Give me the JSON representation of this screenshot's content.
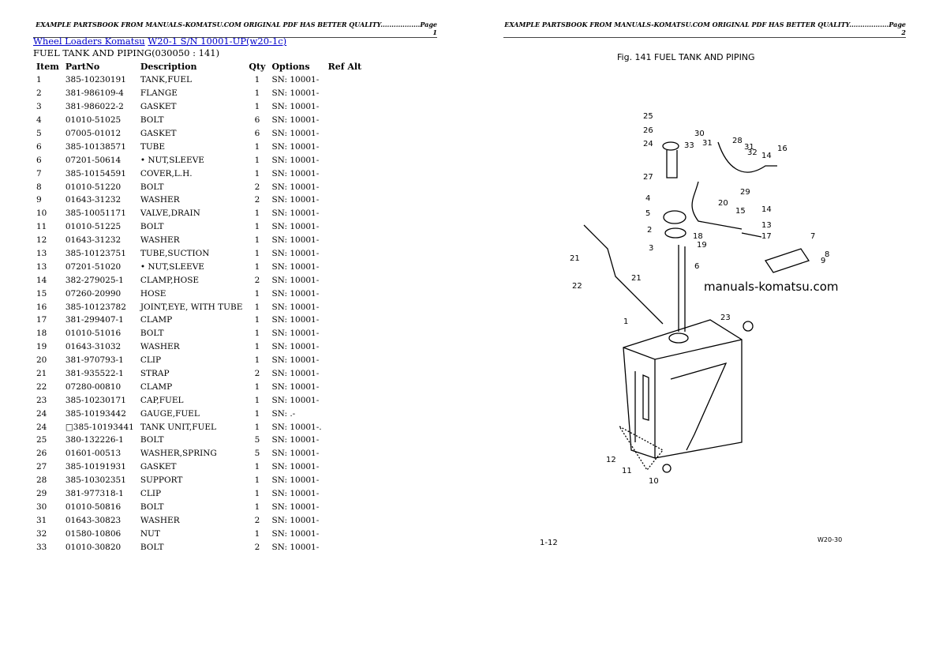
{
  "page1": {
    "header": "EXAMPLE PARTSBOOK FROM MANUALS-KOMATSU.COM ORIGINAL PDF HAS BETTER QUALITY..................Page 1",
    "breadcrumb": [
      "Wheel Loaders Komatsu",
      "W20-1 S/N 10001-UP(w20-1c)"
    ],
    "section": "FUEL TANK AND PIPING(030050 : 141)",
    "columns": [
      "Item",
      "PartNo",
      "Description",
      "Qty",
      "Options",
      "Ref Alt"
    ],
    "rows": [
      [
        "1",
        "385-10230191",
        "TANK,FUEL",
        "1",
        "SN: 10001-"
      ],
      [
        "2",
        "381-986109-4",
        "FLANGE",
        "1",
        "SN: 10001-"
      ],
      [
        "3",
        "381-986022-2",
        "GASKET",
        "1",
        "SN: 10001-"
      ],
      [
        "4",
        "01010-51025",
        "BOLT",
        "6",
        "SN: 10001-"
      ],
      [
        "5",
        "07005-01012",
        "GASKET",
        "6",
        "SN: 10001-"
      ],
      [
        "6",
        "385-10138571",
        "TUBE",
        "1",
        "SN: 10001-"
      ],
      [
        "6",
        "07201-50614",
        "• NUT,SLEEVE",
        "1",
        "SN: 10001-"
      ],
      [
        "7",
        "385-10154591",
        "COVER,L.H.",
        "1",
        "SN: 10001-"
      ],
      [
        "8",
        "01010-51220",
        "BOLT",
        "2",
        "SN: 10001-"
      ],
      [
        "9",
        "01643-31232",
        "WASHER",
        "2",
        "SN: 10001-"
      ],
      [
        "10",
        "385-10051171",
        "VALVE,DRAIN",
        "1",
        "SN: 10001-"
      ],
      [
        "11",
        "01010-51225",
        "BOLT",
        "1",
        "SN: 10001-"
      ],
      [
        "12",
        "01643-31232",
        "WASHER",
        "1",
        "SN: 10001-"
      ],
      [
        "13",
        "385-10123751",
        "TUBE,SUCTION",
        "1",
        "SN: 10001-"
      ],
      [
        "13",
        "07201-51020",
        "• NUT,SLEEVE",
        "1",
        "SN: 10001-"
      ],
      [
        "14",
        "382-279025-1",
        "CLAMP,HOSE",
        "2",
        "SN: 10001-"
      ],
      [
        "15",
        "07260-20990",
        "HOSE",
        "1",
        "SN: 10001-"
      ],
      [
        "16",
        "385-10123782",
        "JOINT,EYE, WITH TUBE",
        "1",
        "SN: 10001-"
      ],
      [
        "17",
        "381-299407-1",
        "CLAMP",
        "1",
        "SN: 10001-"
      ],
      [
        "18",
        "01010-51016",
        "BOLT",
        "1",
        "SN: 10001-"
      ],
      [
        "19",
        "01643-31032",
        "WASHER",
        "1",
        "SN: 10001-"
      ],
      [
        "20",
        "381-970793-1",
        "CLIP",
        "1",
        "SN: 10001-"
      ],
      [
        "21",
        "381-935522-1",
        "STRAP",
        "2",
        "SN: 10001-"
      ],
      [
        "22",
        "07280-00810",
        "CLAMP",
        "1",
        "SN: 10001-"
      ],
      [
        "23",
        "385-10230171",
        "CAP,FUEL",
        "1",
        "SN: 10001-"
      ],
      [
        "24",
        "385-10193442",
        "GAUGE,FUEL",
        "1",
        "SN: .-"
      ],
      [
        "24",
        "□385-10193441",
        "TANK UNIT,FUEL",
        "1",
        "SN: 10001-."
      ],
      [
        "25",
        "380-132226-1",
        "BOLT",
        "5",
        "SN: 10001-"
      ],
      [
        "26",
        "01601-00513",
        "WASHER,SPRING",
        "5",
        "SN: 10001-"
      ],
      [
        "27",
        "385-10191931",
        "GASKET",
        "1",
        "SN: 10001-"
      ],
      [
        "28",
        "385-10302351",
        "SUPPORT",
        "1",
        "SN: 10001-"
      ],
      [
        "29",
        "381-977318-1",
        "CLIP",
        "1",
        "SN: 10001-"
      ],
      [
        "30",
        "01010-50816",
        "BOLT",
        "1",
        "SN: 10001-"
      ],
      [
        "31",
        "01643-30823",
        "WASHER",
        "2",
        "SN: 10001-"
      ],
      [
        "32",
        "01580-10806",
        "NUT",
        "1",
        "SN: 10001-"
      ],
      [
        "33",
        "01010-30820",
        "BOLT",
        "2",
        "SN: 10001-"
      ]
    ]
  },
  "page2": {
    "header": "EXAMPLE PARTSBOOK FROM MANUALS-KOMATSU.COM ORIGINAL PDF HAS BETTER QUALITY..................Page 2",
    "figure_title": "Fig. 141   FUEL TANK AND PIPING",
    "watermark": "manuals-komatsu.com",
    "page_no": "1-12",
    "model_code": "W20-30",
    "callouts": [
      "25",
      "26",
      "24",
      "30",
      "31",
      "33",
      "28",
      "31",
      "32",
      "14",
      "16",
      "27",
      "29",
      "4",
      "20",
      "5",
      "15",
      "14",
      "2",
      "13",
      "18",
      "17",
      "7",
      "3",
      "19",
      "8",
      "9",
      "21",
      "6",
      "22",
      "21",
      "1",
      "23",
      "12",
      "11",
      "10"
    ]
  }
}
